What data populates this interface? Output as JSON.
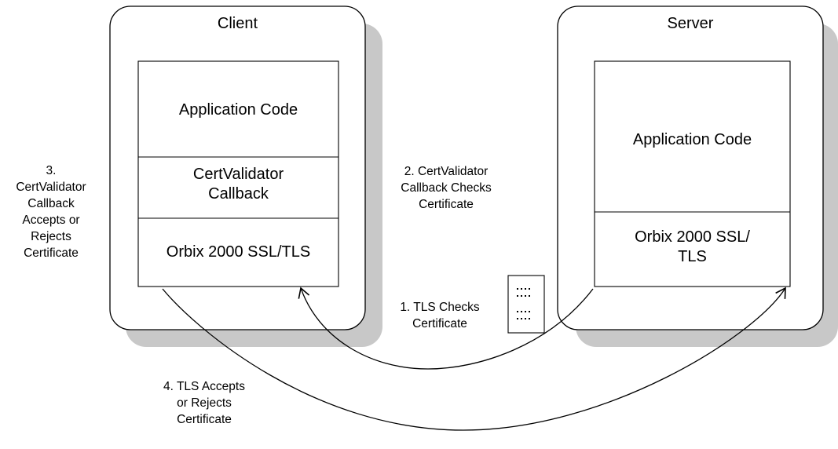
{
  "client": {
    "title": "Client",
    "layers": [
      "Application Code",
      "CertValidator\nCallback",
      "Orbix 2000 SSL/TLS"
    ]
  },
  "server": {
    "title": "Server",
    "layers": [
      "Application Code",
      "Orbix 2000 SSL/\nTLS"
    ]
  },
  "steps": {
    "step1": "1. TLS Checks\nCertificate",
    "step2": "2. CertValidator\nCallback  Checks\nCertificate",
    "step3": "3.\nCertValidator\nCallback\nAccepts or\nRejects\nCertificate",
    "step4": "4. TLS Accepts\nor Rejects\nCertificate"
  },
  "certificate_icon": "certificate-icon",
  "colors": {
    "line": "#000000",
    "shadow": "#c8c8c8",
    "fill": "#ffffff"
  }
}
